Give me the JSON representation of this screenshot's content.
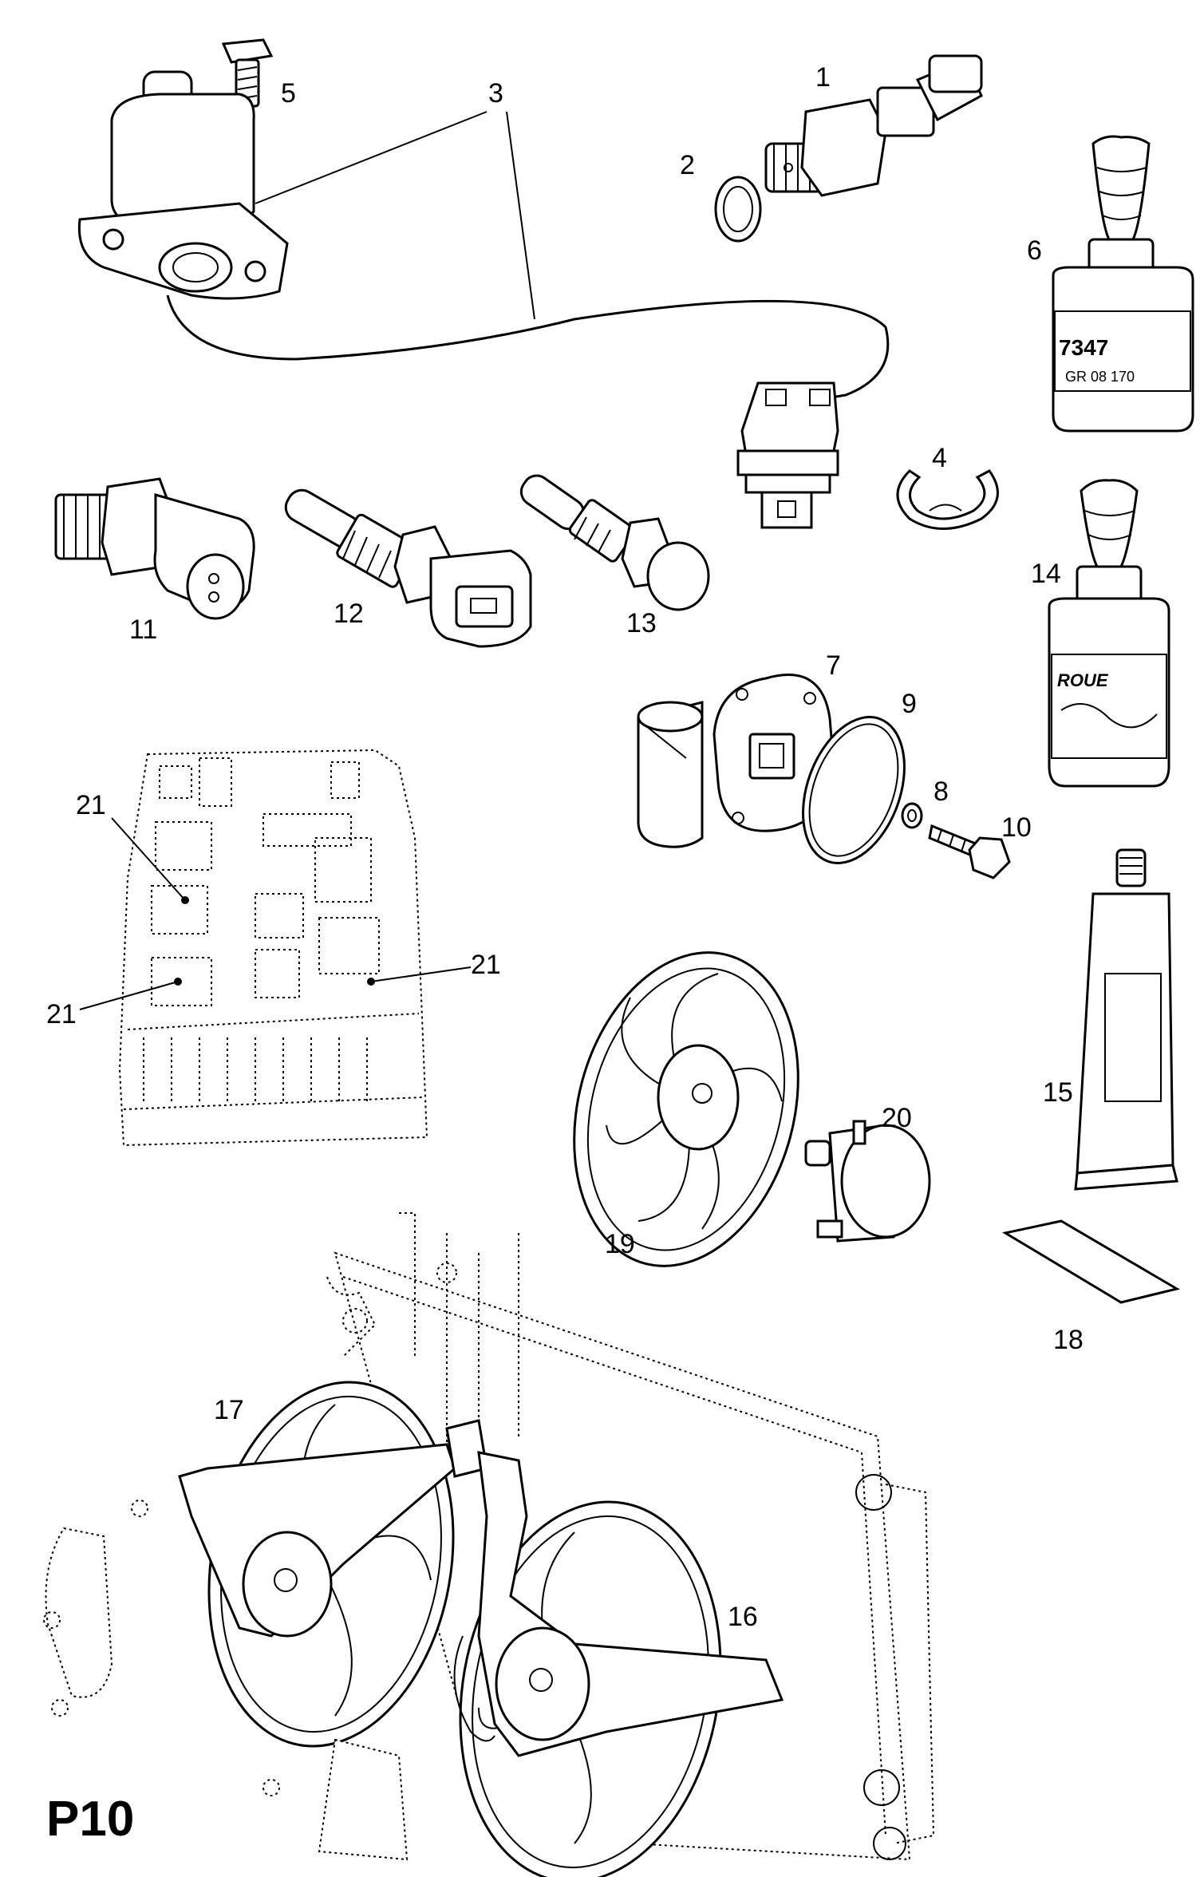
{
  "diagram": {
    "page_code": "P10",
    "callouts": [
      "1",
      "2",
      "3",
      "4",
      "5",
      "6",
      "7",
      "8",
      "9",
      "10",
      "11",
      "12",
      "13",
      "14",
      "15",
      "16",
      "17",
      "18",
      "19",
      "20",
      "21"
    ],
    "bottle_6_text": [
      "7347",
      "GR 08 170"
    ],
    "bottle_14_text": "ROUE",
    "icons": [
      "sensor-icon",
      "seal-ring-icon",
      "solenoid-valve-icon",
      "retaining-clip-icon",
      "bolt-icon",
      "adhesive-bottle-icon",
      "tube-icon",
      "fan-icon",
      "fan-motor-icon",
      "relay-box-icon",
      "radiator-fan-assembly-icon"
    ]
  }
}
